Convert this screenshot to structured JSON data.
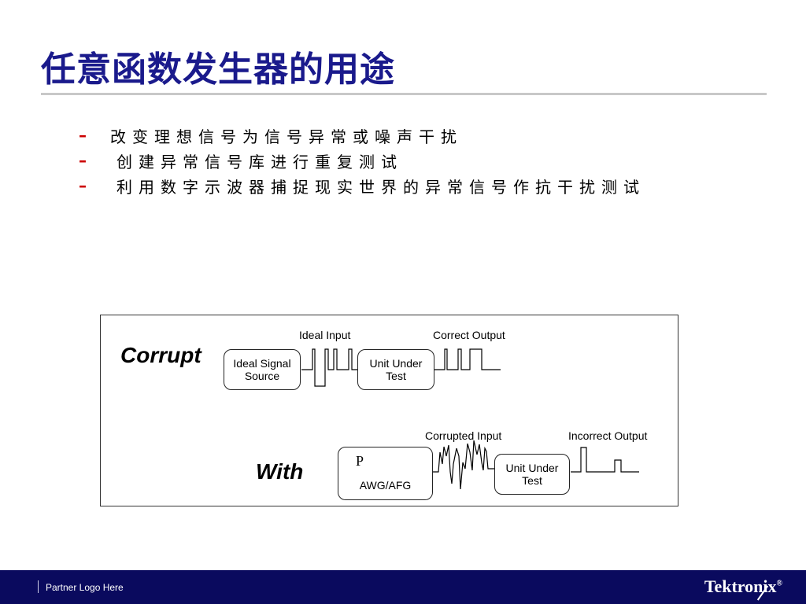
{
  "slide": {
    "title": "任意函数发生器的用途",
    "bullets": [
      "改变理想信号为信号异常或噪声干扰",
      "创建异常信号库进行重复测试",
      "利用数字示波器捕捉现实世界的异常信号作抗干扰测试"
    ],
    "bullet_marker": "–"
  },
  "diagram": {
    "corrupt_label": "Corrupt",
    "with_label": "With",
    "ideal_input_label": "Ideal Input",
    "correct_output_label": "Correct Output",
    "corrupted_input_label": "Corrupted Input",
    "incorrect_output_label": "Incorrect Output",
    "ideal_source_line1": "Ideal Signal",
    "ideal_source_line2": "Source",
    "uut1_line1": "Unit Under",
    "uut1_line2": "Test",
    "uut2_line1": "Unit Under",
    "uut2_line2": "Test",
    "awg_label": "AWG/AFG",
    "awg_icon_glyph": "P"
  },
  "footer": {
    "partner_text": "Partner Logo Here",
    "brand": "Tektronix",
    "brand_mark": "®"
  },
  "colors": {
    "title": "#1a1a8c",
    "bullet_marker": "#cc0000",
    "footer_bg": "#0a0a5e"
  }
}
